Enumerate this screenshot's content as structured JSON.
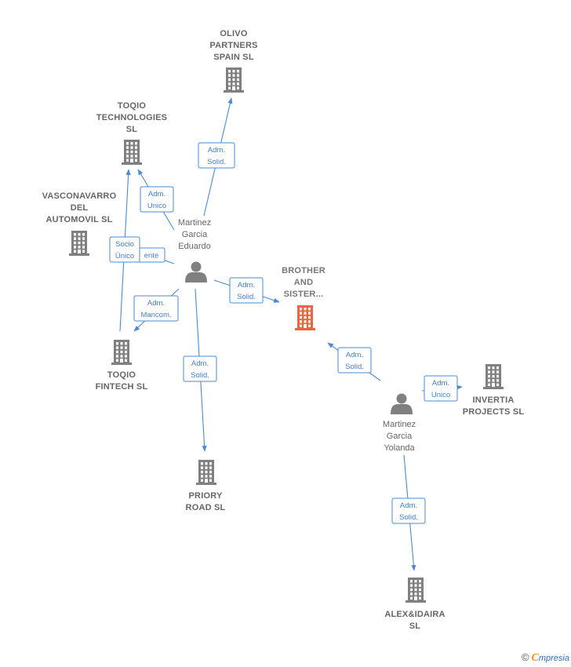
{
  "colors": {
    "edge": "#4a8ad6",
    "company": "#808080",
    "focus_company": "#f0643c",
    "person": "#808080",
    "brand_e": "#f28c28",
    "brand_text": "#2f6fb8"
  },
  "nodes": [
    {
      "id": "olivo",
      "kind": "company",
      "icon": "building-icon",
      "lines": [
        "OLIVO",
        "PARTNERS",
        "SPAIN SL"
      ]
    },
    {
      "id": "toqio_tech",
      "kind": "company",
      "icon": "building-icon",
      "lines": [
        "TOQIO",
        "TECHNOLOGIES",
        "SL"
      ]
    },
    {
      "id": "vascona",
      "kind": "company",
      "icon": "building-icon",
      "lines": [
        "VASCONAVARRO",
        "DEL",
        "AUTOMOVIL SL"
      ]
    },
    {
      "id": "eduardo",
      "kind": "person",
      "icon": "person-icon",
      "lines": [
        "Martinez",
        "Garcia",
        "Eduardo"
      ]
    },
    {
      "id": "brother",
      "kind": "focus",
      "icon": "building-icon",
      "lines": [
        "BROTHER",
        "AND",
        "SISTER..."
      ]
    },
    {
      "id": "toqio_fin",
      "kind": "company",
      "icon": "building-icon",
      "lines": [
        "TOQIO",
        "FINTECH  SL"
      ]
    },
    {
      "id": "priory",
      "kind": "company",
      "icon": "building-icon",
      "lines": [
        "PRIORY",
        "ROAD  SL"
      ]
    },
    {
      "id": "invertia",
      "kind": "company",
      "icon": "building-icon",
      "lines": [
        "INVERTIA",
        "PROJECTS SL"
      ]
    },
    {
      "id": "yolanda",
      "kind": "person",
      "icon": "person-icon",
      "lines": [
        "Martinez",
        "Garcia",
        "Yolanda"
      ]
    },
    {
      "id": "alex",
      "kind": "company",
      "icon": "building-icon",
      "lines": [
        "ALEX&IDAIRA",
        "SL"
      ]
    }
  ],
  "edges": [
    {
      "from": "eduardo",
      "to": "olivo",
      "label": [
        "Adm.",
        "Solid."
      ]
    },
    {
      "from": "eduardo",
      "to": "toqio_tech",
      "label": [
        "Adm.",
        "Unico"
      ]
    },
    {
      "from": "eduardo",
      "to": "vascona",
      "label": [
        "ente"
      ]
    },
    {
      "from": "toqio_fin",
      "to": "toqio_tech",
      "label": [
        "Socio",
        "Único"
      ]
    },
    {
      "from": "eduardo",
      "to": "toqio_fin",
      "label": [
        "Adm.",
        "Mancom."
      ]
    },
    {
      "from": "eduardo",
      "to": "brother",
      "label": [
        "Adm.",
        "Solid."
      ]
    },
    {
      "from": "eduardo",
      "to": "priory",
      "label": [
        "Adm.",
        "Solid."
      ]
    },
    {
      "from": "yolanda",
      "to": "brother",
      "label": [
        "Adm.",
        "Solid."
      ]
    },
    {
      "from": "yolanda",
      "to": "invertia",
      "label": [
        "Adm.",
        "Unico"
      ]
    },
    {
      "from": "yolanda",
      "to": "alex",
      "label": [
        "Adm.",
        "Solid."
      ]
    }
  ],
  "footer": {
    "copyright": "©",
    "brand_first": "C",
    "brand_rest": "mpresia"
  }
}
